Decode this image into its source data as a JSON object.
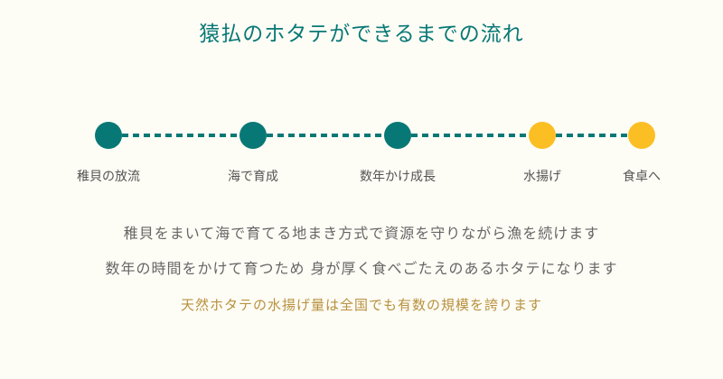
{
  "title": "猿払のホタテができるまでの流れ",
  "colors": {
    "teal": "#087876",
    "yellow": "#fbbf24",
    "note": "#b8913e",
    "text": "#555555"
  },
  "steps": [
    {
      "label": "稚貝の放流",
      "color": "#087876"
    },
    {
      "label": "海で育成",
      "color": "#087876"
    },
    {
      "label": "数年かけ成長",
      "color": "#087876"
    },
    {
      "label": "水揚げ",
      "color": "#fbbf24"
    },
    {
      "label": "食卓へ",
      "color": "#fbbf24"
    }
  ],
  "description": {
    "line1": "稚貝をまいて海で育てる地まき方式で資源を守りながら漁を続けます",
    "line2": "数年の時間をかけて育つため 身が厚く食べごたえのあるホタテになります"
  },
  "note": "天然ホタテの水揚げ量は全国でも有数の規模を誇ります"
}
